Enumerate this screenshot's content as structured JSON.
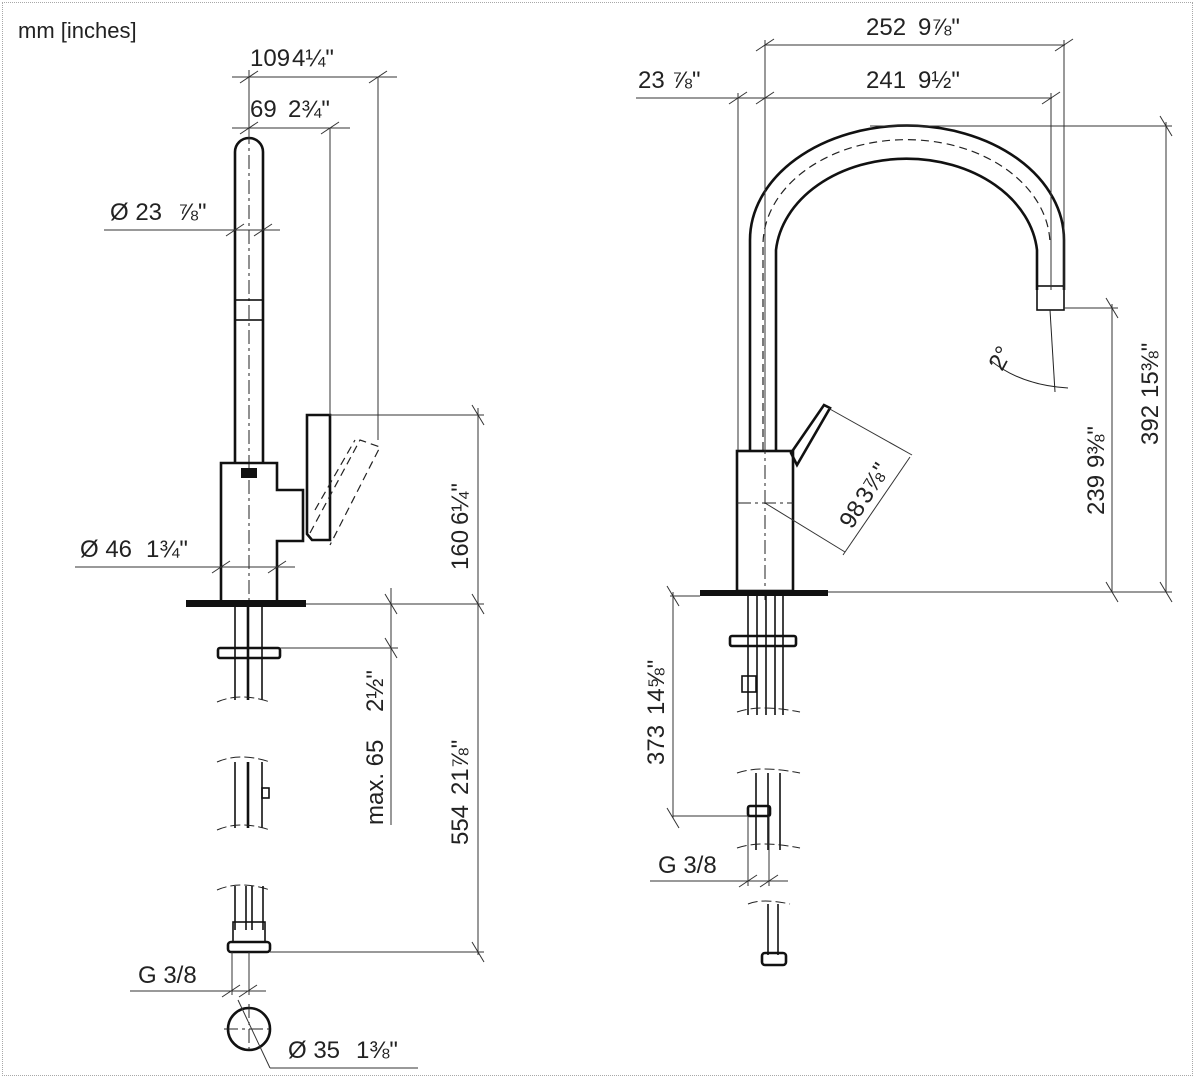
{
  "units_label": "mm [inches]",
  "side_view": {
    "dims": {
      "overall_width": {
        "mm": "109",
        "in": "4¼\""
      },
      "lever_offset": {
        "mm": "69",
        "in": "2¾\""
      },
      "spout_diameter": {
        "mm": "Ø 23",
        "in": "⅞\""
      },
      "body_diameter": {
        "mm": "Ø 46",
        "in": "1¾\""
      },
      "body_height": {
        "mm": "160",
        "in": "6¼\""
      },
      "deck_thickness": {
        "mm": "max. 65",
        "in": "2½\""
      },
      "hose_length": {
        "mm": "554",
        "in": "21⅞\""
      },
      "connection_thread": "G 3/8",
      "hole_diameter": {
        "mm": "Ø 35",
        "in": "1⅜\""
      }
    }
  },
  "front_view": {
    "dims": {
      "overall_reach": {
        "mm": "252",
        "in": "9⅞\""
      },
      "spout_reach": {
        "mm": "241",
        "in": "9½\""
      },
      "spout_offset": {
        "mm": "23",
        "in": "⅞\""
      },
      "overall_height": {
        "mm": "392",
        "in": "15⅜\""
      },
      "outlet_height": {
        "mm": "239",
        "in": "9⅜\""
      },
      "lever_length": {
        "mm": "98",
        "in": "3⅞\""
      },
      "spray_angle": "2°",
      "hose_length": {
        "mm": "373",
        "in": "14⅝\""
      },
      "connection_thread": "G 3/8"
    }
  }
}
